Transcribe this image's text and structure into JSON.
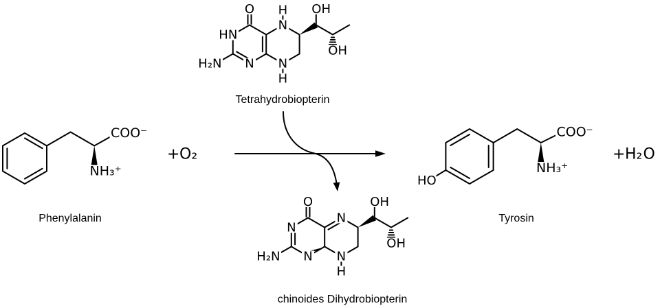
{
  "colors": {
    "ink": "#000000",
    "highlight_red": "#e32017",
    "background": "#ffffff"
  },
  "molecules": {
    "tetrahydrobiopterin": {
      "caption": "Tetrahydrobiopterin",
      "labels": {
        "carbonyl_oxygen": "O",
        "n3_hn": "HN",
        "amino": "H₂N",
        "n1": "N",
        "n5": "N",
        "n5_h": "H",
        "n8": "N",
        "n8_h": "H",
        "hydroxyl_top": "OH",
        "hydroxyl_bottom": "OH"
      }
    },
    "quinoid_dihydrobiopterin": {
      "caption": "chinoides Dihydrobiopterin",
      "labels": {
        "carbonyl_oxygen": "O",
        "n3": "N",
        "amino": "H₂N",
        "n1": "N",
        "n5": "N",
        "n8": "N",
        "n8_h": "H",
        "hydroxyl_top": "OH",
        "hydroxyl_bottom": "OH"
      }
    },
    "phenylalanine": {
      "caption": "Phenylalanin",
      "labels": {
        "carboxylate": "COO⁻",
        "ammonium": "NH₃⁺"
      }
    },
    "tyrosine": {
      "caption": "Tyrosin",
      "labels": {
        "carboxylate": "COO⁻",
        "ammonium": "NH₃⁺",
        "hydroxyl": "HO"
      }
    }
  },
  "reagents": {
    "oxygen": {
      "plus": "+",
      "formula": "O₂"
    },
    "water": {
      "plus": "+",
      "black_part": "H₂",
      "red_part": "O"
    }
  }
}
